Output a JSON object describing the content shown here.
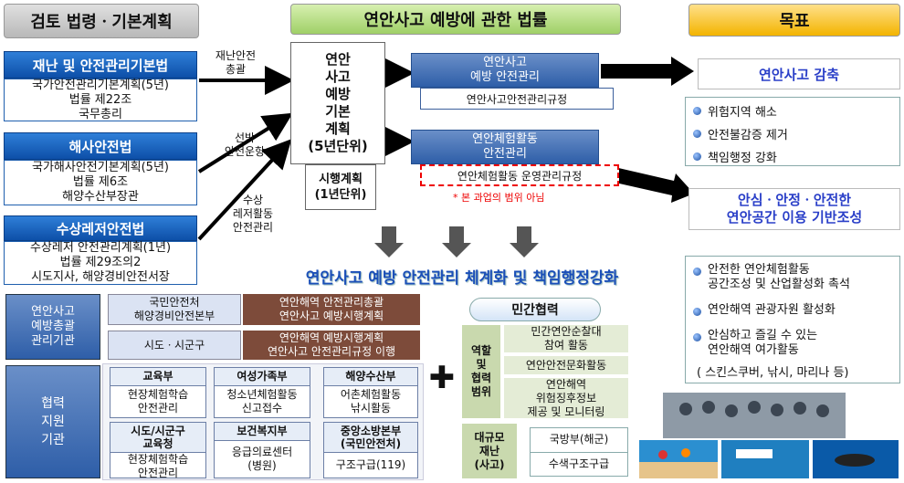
{
  "headers": {
    "left": "검토 법령ㆍ기본계획",
    "center": "연안사고 예방에 관한 법률",
    "right": "목표"
  },
  "laws": [
    {
      "name": "재난 및 안전관리기본법",
      "plan": "국가안전관리기본계획(5년)",
      "article": "법률 제22조",
      "owner": "국무총리"
    },
    {
      "name": "해사안전법",
      "plan": "국가해사안전기본계획(5년)",
      "article": "법률 제6조",
      "owner": "해양수산부장관"
    },
    {
      "name": "수상레저안전법",
      "plan": "수상레저 안전관리계획(1년)",
      "article": "법률 제29조의2",
      "owner": "시도지사, 해양경비안전서장"
    }
  ],
  "arrow_labels": [
    "재난안전\n총괄",
    "선박\n안전운항",
    "수상\n레저활동\n안전관리"
  ],
  "basic_plan": "연안\n사고\n예방\n기본\n계획\n(5년단위)",
  "exec_plan": "시행계획\n(1년단위)",
  "manage1": {
    "title": "연안사고\n예방 안전관리",
    "sub": "연안사고안전관리규정"
  },
  "manage2": {
    "title": "연안체험활동\n안전관리",
    "sub": "연안체험활동 운영관리규정"
  },
  "scope_note": "* 본 과업의 범위 아님",
  "banner": "연안사고 예방 안전관리 체계화 및 책임행정강화",
  "goals": {
    "main1": "연안사고 감축",
    "list1": [
      "위험지역 해소",
      "안전불감증 제거",
      "책임행정 강화"
    ],
    "main2": "안심ㆍ안정ㆍ안전한\n연안공간 이용 기반조성",
    "list2": [
      "안전한 연안체험활동\n공간조성 및 산업활성화 촉석",
      "연안해역 관광자원 활성화",
      "안심하고 즐길 수 있는\n연안해역 여가활동"
    ],
    "list2_note": "( 스킨스쿠버, 낚시, 마리나 등)"
  },
  "orgs": {
    "general_label": "연안사고\n예방총괄\n관리기관",
    "rows": [
      {
        "org": "국민안전처\n해양경비안전본부",
        "role": "연안해역 안전관리총괄\n연안사고 예방시행계획"
      },
      {
        "org": "시도ㆍ시군구",
        "role": "연안해역 예방시행계획\n연안사고 안전관리규정 이행"
      }
    ],
    "support_label": "협력\n지원\n기관",
    "cards": [
      {
        "name": "교육부",
        "desc": "현장체험학습\n안전관리"
      },
      {
        "name": "여성가족부",
        "desc": "청소년체험활동\n신고접수"
      },
      {
        "name": "해양수산부",
        "desc": "어촌체험활동\n낚시활동"
      },
      {
        "name": "시도/시군구\n교육청",
        "desc": "현장체험학습\n안전관리"
      },
      {
        "name": "보건복지부",
        "desc": "응급의료센터\n(병원)"
      },
      {
        "name": "중앙소방본부\n(국민안전처)",
        "desc": "구조구급(119)"
      }
    ],
    "plus": "✚"
  },
  "civil": {
    "title": "민간협력",
    "role_label": "역할\n및\n협력\n범위",
    "items": [
      "민간연안순찰대\n참여 활동",
      "연안안전문화활동",
      "연안해역\n위험징후정보\n제공 및 모니터링"
    ],
    "disaster_label": "대규모\n재난\n(사고)",
    "navy_name": "국방부(해군)",
    "navy_desc": "수색구조구급"
  }
}
